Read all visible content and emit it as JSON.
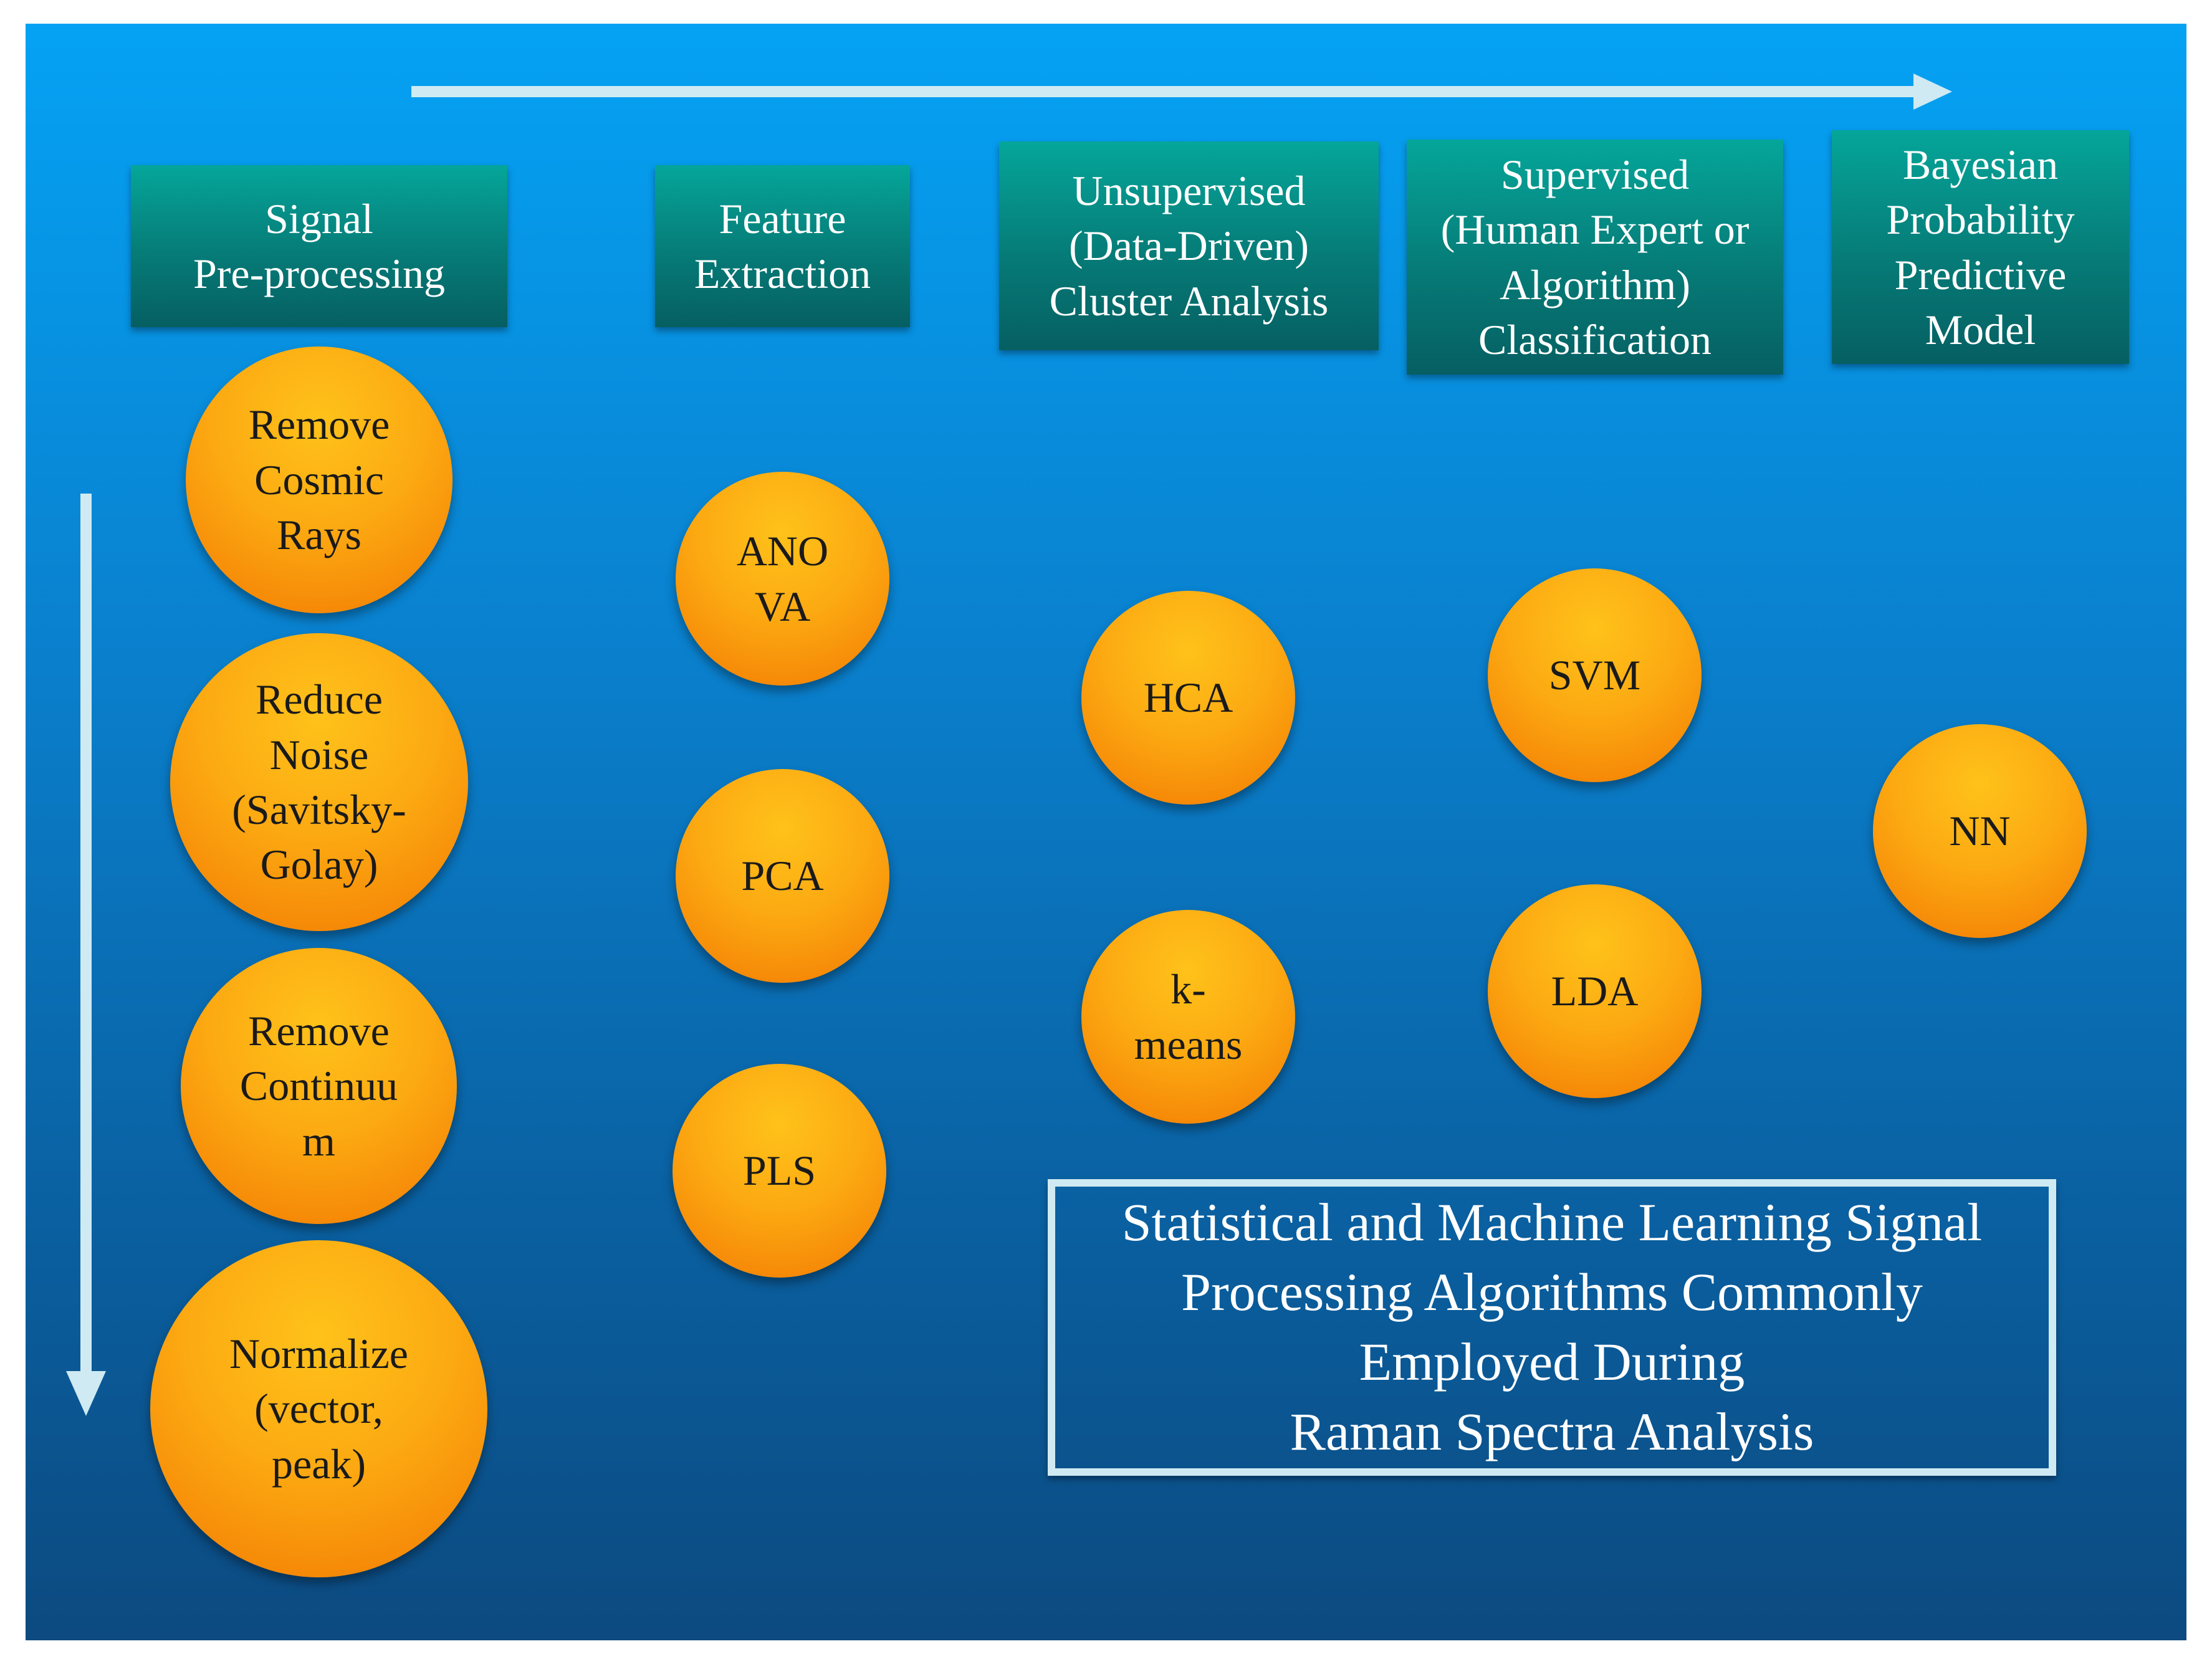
{
  "colors": {
    "arrow": "#cfeaf2",
    "header_bg": "#067b77",
    "circle_fill": "#f9a10e",
    "background_top": "#05a2f4",
    "background_bottom": "#0c4a80"
  },
  "headers": [
    {
      "text": "Signal\nPre-processing"
    },
    {
      "text": "Feature\nExtraction"
    },
    {
      "text": "Unsupervised\n(Data-Driven)\nCluster Analysis"
    },
    {
      "text": "Supervised\n(Human Expert or\nAlgorithm)\nClassification"
    },
    {
      "text": "Bayesian\nProbability\nPredictive\nModel"
    }
  ],
  "nodes": {
    "remove_cosmic_rays": "Remove\nCosmic\nRays",
    "reduce_noise": "Reduce\nNoise\n(Savitsky-\nGolay)",
    "remove_continuum": "Remove\nContinuu\nm",
    "normalize": "Normalize\n(vector,\npeak)",
    "anova": "ANO\nVA",
    "pca": "PCA",
    "pls": "PLS",
    "hca": "HCA",
    "kmeans": "k-\nmeans",
    "svm": "SVM",
    "lda": "LDA",
    "nn": "NN"
  },
  "title": "Statistical and Machine Learning Signal\nProcessing Algorithms Commonly\nEmployed During\nRaman Spectra Analysis"
}
